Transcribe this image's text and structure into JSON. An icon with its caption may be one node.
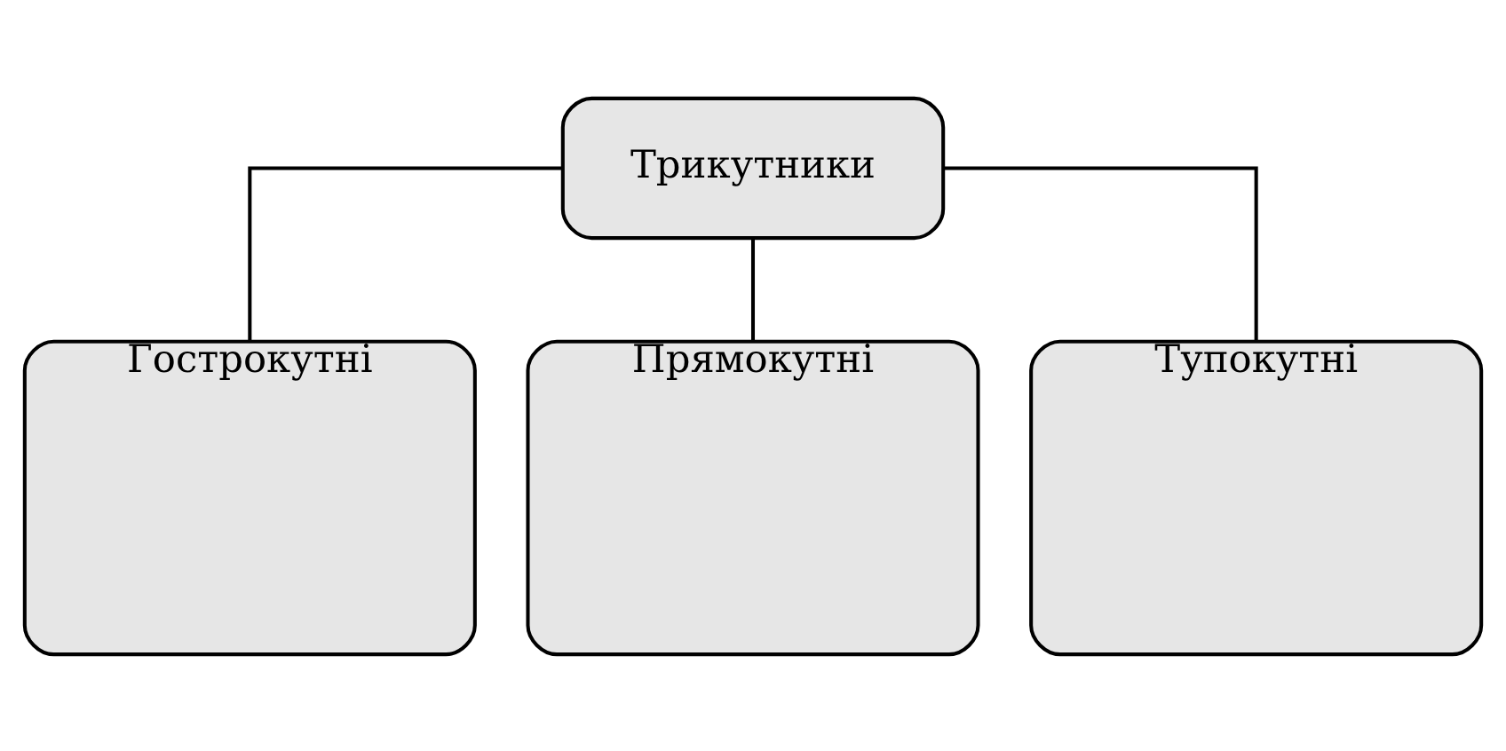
{
  "diagram": {
    "nodes": [
      {
        "text": [
          "Трикутники"
        ]
      },
      {
        "text": [
          "Гострокутні"
        ]
      },
      {
        "text": [
          "Прямокутні"
        ]
      },
      {
        "text": [
          "Тупокутні"
        ]
      }
    ],
    "edges": [
      {
        "from": 0,
        "to": 1,
        "arrow": "none"
      },
      {
        "from": 0,
        "to": 2,
        "arrow": "none"
      },
      {
        "from": 0,
        "to": 3,
        "arrow": "none"
      }
    ]
  }
}
